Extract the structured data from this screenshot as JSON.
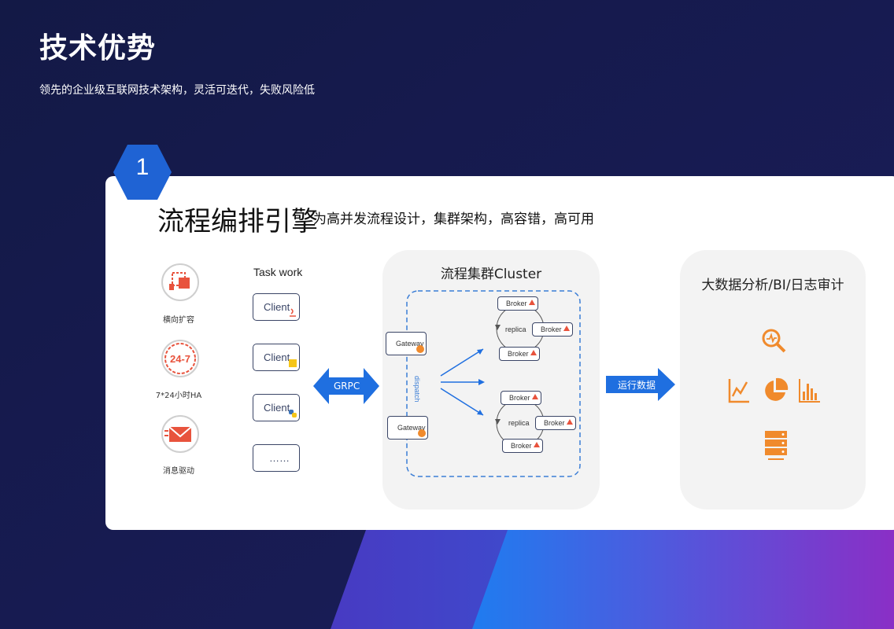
{
  "header": {
    "title": "技术优势",
    "subtitle": "领先的企业级互联网技术架构，灵活可迭代，失败风险低"
  },
  "card": {
    "number": "1",
    "title": "流程编排引擎",
    "description": "为高并发流程设计，集群架构，高容错，高可用"
  },
  "features": [
    {
      "label": "横向扩容",
      "icon": "scale-out-icon"
    },
    {
      "label": "7*24小时HA",
      "icon": "24-7-icon",
      "icon_text": "24-7"
    },
    {
      "label": "消息驱动",
      "icon": "mail-icon"
    }
  ],
  "task_work": {
    "title": "Task work",
    "clients": [
      {
        "label": "Client",
        "icon": "java-icon"
      },
      {
        "label": "Client",
        "icon": "js-icon"
      },
      {
        "label": "Client",
        "icon": "python-icon"
      },
      {
        "label": "……",
        "icon": ""
      }
    ]
  },
  "grpc_label": "GRPC",
  "cluster": {
    "title": "流程集群Cluster",
    "gateways": [
      "Gateway",
      "Gateway"
    ],
    "dispatch_label": "dispatch",
    "groups": [
      {
        "brokers": [
          "Broker",
          "Broker",
          "Broker"
        ],
        "replica_label": "replica"
      },
      {
        "brokers": [
          "Broker",
          "Broker",
          "Broker"
        ],
        "replica_label": "replica"
      }
    ]
  },
  "run_data_label": "运行数据",
  "bi": {
    "title": "大数据分析/BI/日志审计",
    "icons": [
      "magnifier-chart-icon",
      "line-chart-icon",
      "pie-chart-icon",
      "bar-chart-icon",
      "server-icon"
    ]
  },
  "colors": {
    "background": "#141a4a",
    "accent_blue": "#1f6fe0",
    "icon_orange": "#f08a2c",
    "badge_blue": "#1f63d4"
  }
}
